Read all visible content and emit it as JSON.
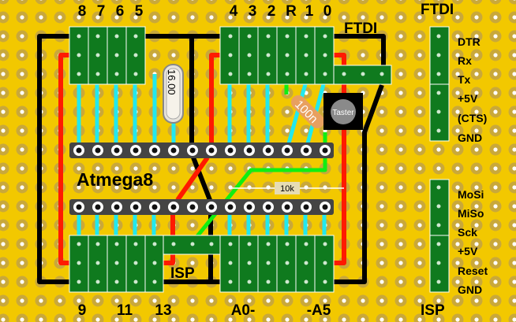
{
  "title": "Atmega8 stripboard layout",
  "colors": {
    "board": "#f2c800",
    "hole_ring": "#c9a83a",
    "strip": "#0f7a1e",
    "gnd": "#000000",
    "vcc": "#ff1a00",
    "signal": "#22e8ee",
    "green_wire": "#11ee11"
  },
  "top_labels_left": [
    "8",
    "7",
    "6",
    "5"
  ],
  "top_labels_right": [
    "4",
    "3",
    "2",
    "R",
    "1",
    "0"
  ],
  "ftdi_label": "FTDI",
  "ftdi_header_label": "FTDI",
  "ftdi_pins": [
    "DTR",
    "Rx",
    "Tx",
    "+5V",
    "(CTS)",
    "GND"
  ],
  "isp_pins": [
    "MoSi",
    "MiSo",
    "Sck",
    "+5V",
    "Reset",
    "GND"
  ],
  "isp_header_label": "ISP",
  "isp_label": "ISP",
  "chip_label": "Atmega8",
  "crystal_label": "16.00",
  "capacitor_label": "100n",
  "button_label": "Taster",
  "resistor_label": "10k",
  "bottom_labels": {
    "d9": "9",
    "d11": "11",
    "d13": "13",
    "a0": "A0-",
    "a5": "-A5"
  }
}
